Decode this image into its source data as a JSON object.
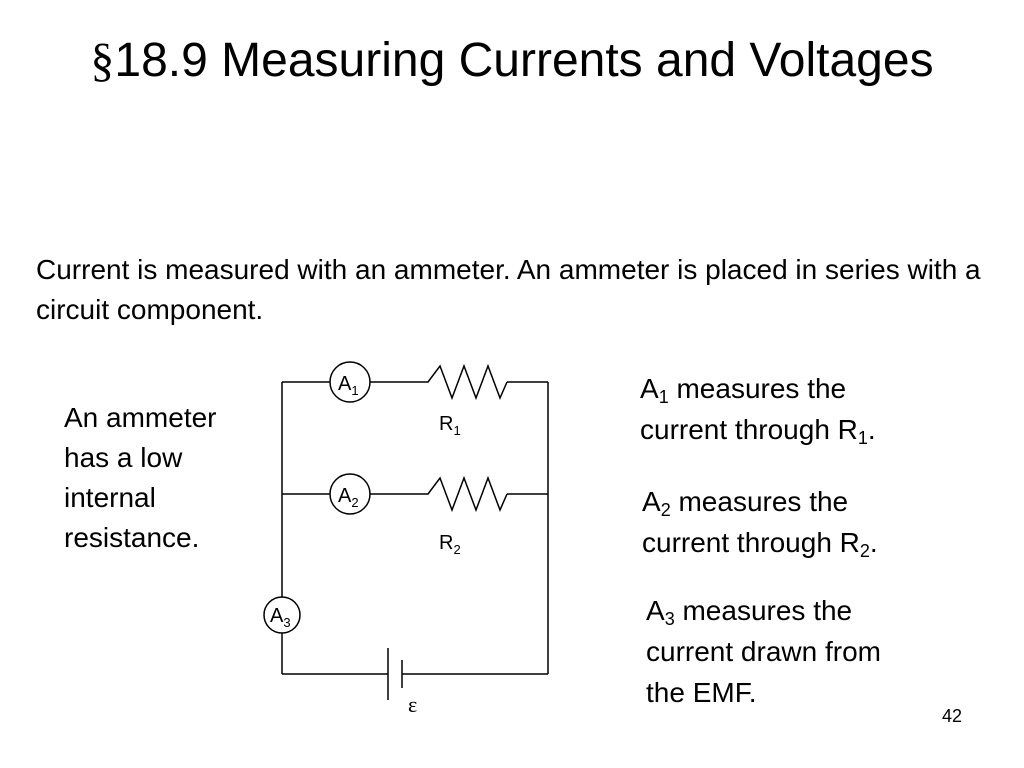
{
  "title": {
    "section_symbol": "§",
    "text": "18.9 Measuring Currents and Voltages"
  },
  "intro": "Current is measured with an ammeter.  An ammeter is placed in series with a circuit component.",
  "left_note": {
    "lines": [
      "An ammeter",
      "has a low",
      "internal",
      "resistance."
    ]
  },
  "circuit": {
    "ammeters": [
      {
        "letter": "A",
        "sub": "1"
      },
      {
        "letter": "A",
        "sub": "2"
      },
      {
        "letter": "A",
        "sub": "3"
      }
    ],
    "resistors": [
      {
        "letter": "R",
        "sub": "1"
      },
      {
        "letter": "R",
        "sub": "2"
      }
    ],
    "emf_symbol": "ε"
  },
  "notes": [
    {
      "l1_letter": "A",
      "l1_sub": "1",
      "l1_rest": " measures the",
      "l2_pre": "current through R",
      "l2_sub": "1",
      "l2_post": "."
    },
    {
      "l1_letter": "A",
      "l1_sub": "2",
      "l1_rest": " measures the",
      "l2_pre": "current through R",
      "l2_sub": "2",
      "l2_post": "."
    },
    {
      "l1_letter": "A",
      "l1_sub": "3",
      "l1_rest": " measures the",
      "l2": "current drawn from",
      "l3": "the EMF."
    }
  ],
  "slide_number": "42"
}
